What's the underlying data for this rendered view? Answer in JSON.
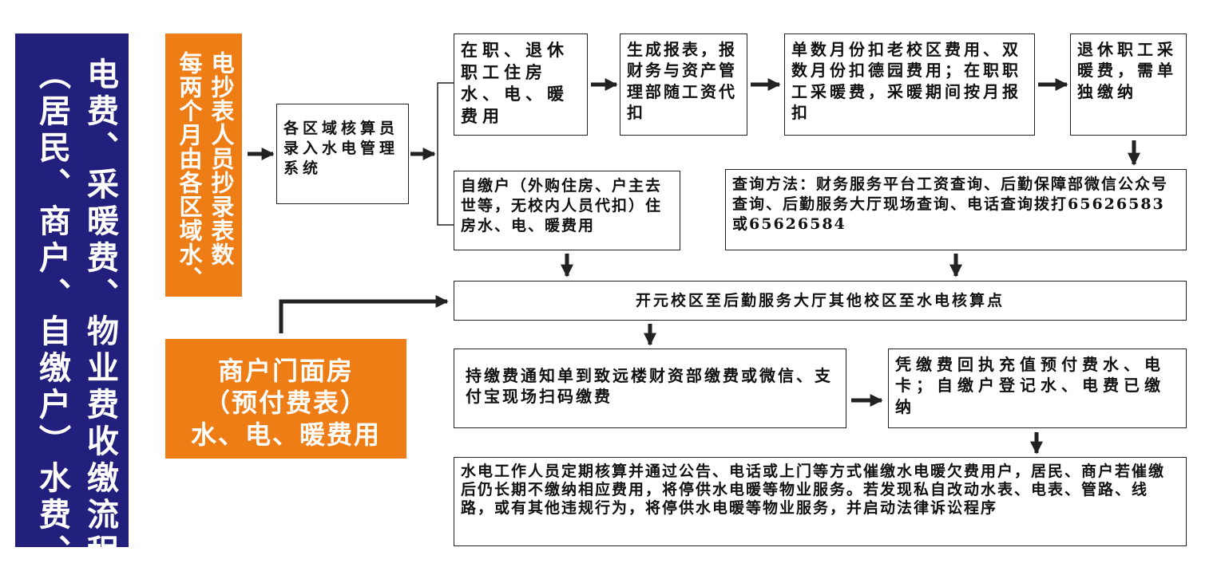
{
  "title_columns": [
    "电费、采暖费、物业费收缴流程",
    "（居民、商户、自缴户）水费、"
  ],
  "reader_columns": [
    "电抄表人员抄录表数",
    "每两个月由各区域水、"
  ],
  "shop": {
    "line1": "商户门面房",
    "line2": "（预付费表）",
    "line3": "水、电、暖费用"
  },
  "nodes": {
    "region_entry": "各区域核算员录入水电管理系统",
    "staff_fees": "在职、退休职工住房水、电、暖费用",
    "report": "生成报表，报财务与资产管理部随工资代扣",
    "deduct": "单数月份扣老校区费用、双数月份扣德园费用；在职职工采暖费，采暖期间按月报扣",
    "retired_heat": "退休职工采暖费，需单独缴纳",
    "self_pay": "自缴户（外购住房、户主去世等，无校内人员代扣）住房水、电、暖费用",
    "query": "查询方法：财务服务平台工资查询、后勤保障部微信公众号查询、后勤服务大厅现场查询、电话查询拨打65626583或65626584",
    "service_points": "开元校区至后勤服务大厅其他校区至水电核算点",
    "pay": "持缴费通知单到致远楼财资部缴费或微信、支付宝现场扫码缴费",
    "receipt": "凭缴费回执充值预付费水、电卡；自缴户登记水、电费已缴纳",
    "enforce": "水电工作人员定期核算并通过公告、电话或上门等方式催缴水电暖欠费用户，居民、商户若催缴后仍长期不缴纳相应费用，将停供水电暖等物业服务。若发现私自改动水表、电表、管路、线路，或有其他违规行为，将停供水电暖等物业服务，并启动法律诉讼程序"
  },
  "colors": {
    "title_bg": "#231f7d",
    "accent": "#ef7d16",
    "line": "#222222"
  }
}
